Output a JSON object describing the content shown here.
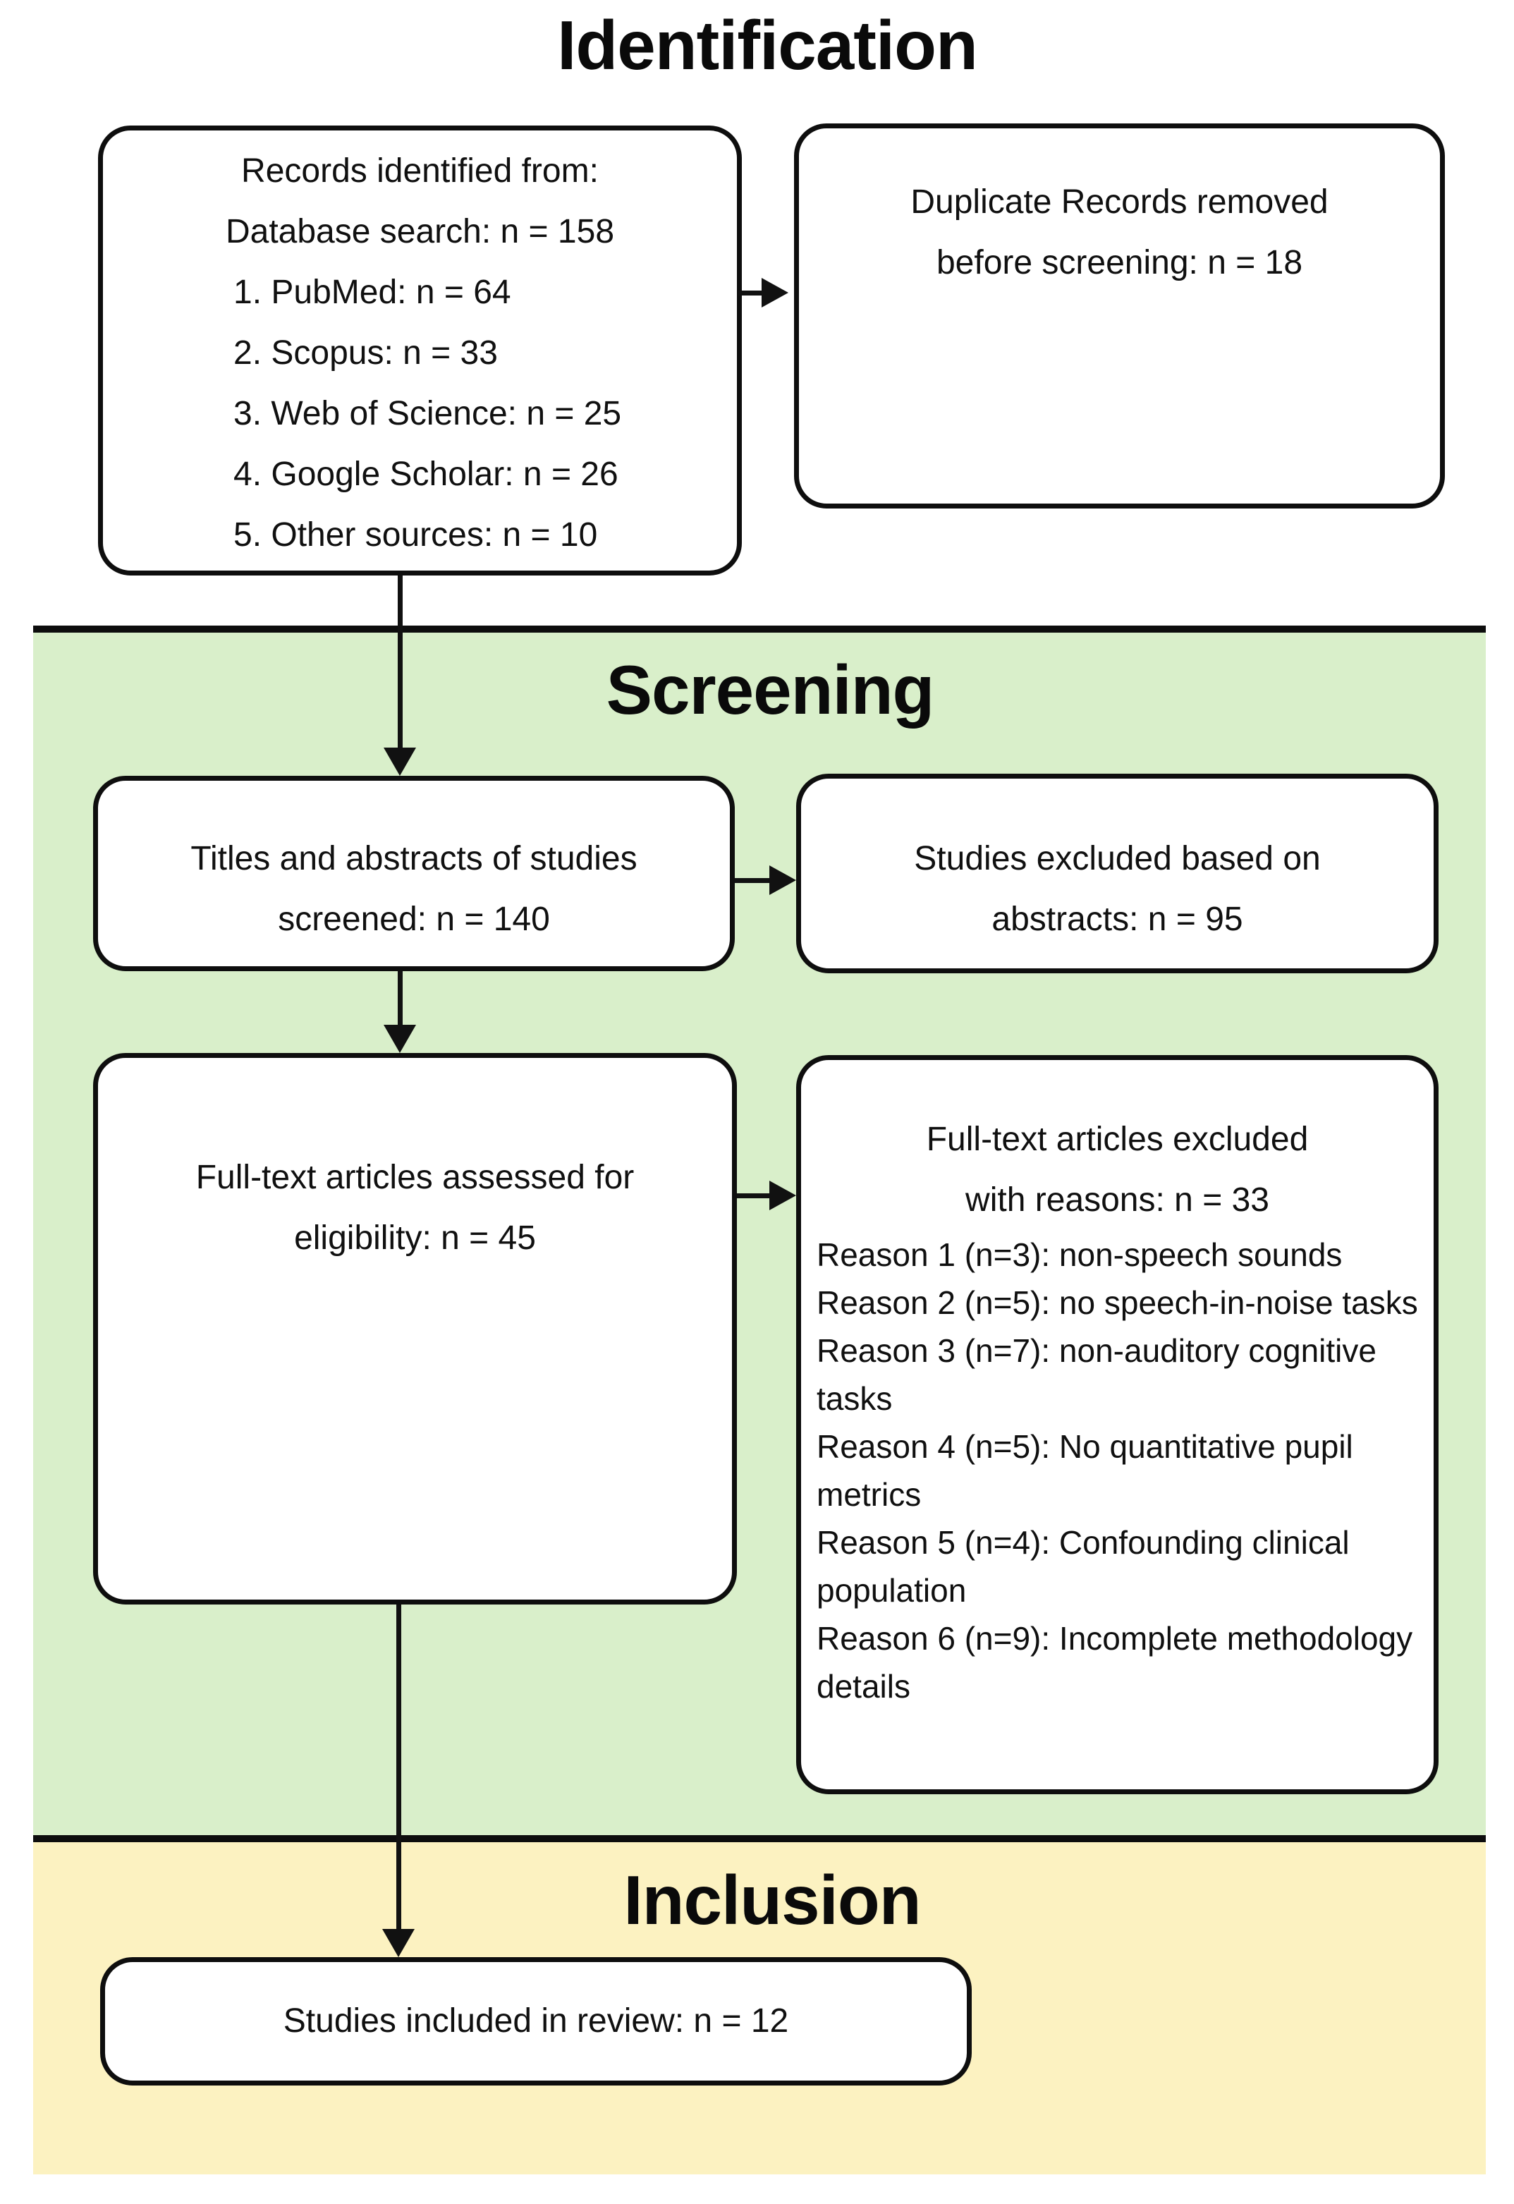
{
  "colors": {
    "screening_band": "#d9efca",
    "inclusion_band": "#fcf2c1",
    "line": "#0e0e0e",
    "box_background": "#ffffff"
  },
  "sections": {
    "identification": {
      "title": "Identification"
    },
    "screening": {
      "title": "Screening"
    },
    "inclusion": {
      "title": "Inclusion"
    }
  },
  "boxes": {
    "records": {
      "line1": "Records identified from:",
      "line2": "Database search: n = 158",
      "items": [
        "1. PubMed: n = 64",
        "2. Scopus: n = 33",
        "3. Web of Science: n = 25",
        "4. Google Scholar: n = 26",
        "5. Other sources: n = 10"
      ]
    },
    "duplicates": {
      "line1": "Duplicate Records removed",
      "line2": "before screening: n = 18"
    },
    "screened": {
      "line1": "Titles and abstracts of studies",
      "line2": "screened: n = 140"
    },
    "abstract_excluded": {
      "line1": "Studies excluded based on",
      "line2": "abstracts: n = 95"
    },
    "fulltext": {
      "line1": "Full-text articles assessed for",
      "line2": "eligibility: n = 45"
    },
    "reasons": {
      "title1": "Full-text articles excluded",
      "title2": "with reasons: n = 33",
      "items": [
        "Reason 1 (n=3): non-speech sounds",
        "Reason 2 (n=5): no speech-in-noise tasks",
        "Reason 3 (n=7): non-auditory cognitive tasks",
        "Reason 4 (n=5): No quantitative pupil metrics",
        "Reason 5 (n=4): Confounding clinical population",
        "Reason 6 (n=9): Incomplete methodology details"
      ]
    },
    "included": {
      "line1": "Studies included in review: n = 12"
    }
  }
}
